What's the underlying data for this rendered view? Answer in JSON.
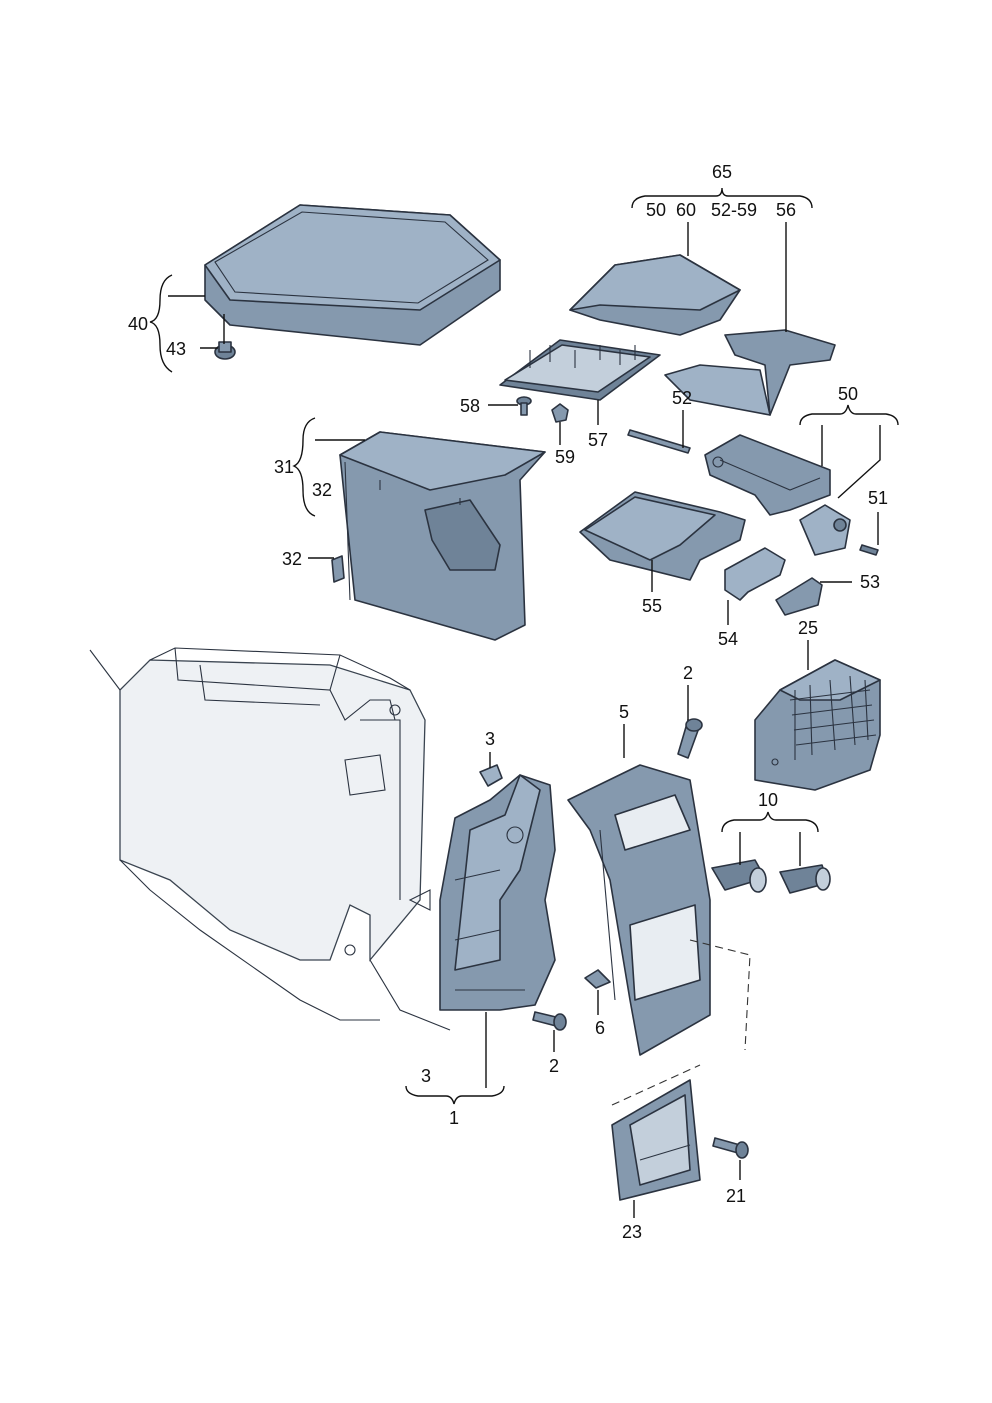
{
  "labels": {
    "l65": "65",
    "l50a": "50",
    "l60": "60",
    "l52_59": "52-59",
    "l56": "56",
    "l40": "40",
    "l43": "43",
    "l58": "58",
    "l59": "59",
    "l57": "57",
    "l52": "52",
    "l50b": "50",
    "l51": "51",
    "l31": "31",
    "l32a": "32",
    "l32b": "32",
    "l55": "55",
    "l54": "54",
    "l53": "53",
    "l25": "25",
    "l2a": "2",
    "l5": "5",
    "l3a": "3",
    "l10": "10",
    "l6": "6",
    "l2b": "2",
    "l3b": "3",
    "l1": "1",
    "l21": "21",
    "l23": "23"
  },
  "colors": {
    "part_light": "#9fb2c6",
    "part_mid": "#8599ae",
    "part_dark": "#6f8398",
    "outline": "#2b3340"
  }
}
